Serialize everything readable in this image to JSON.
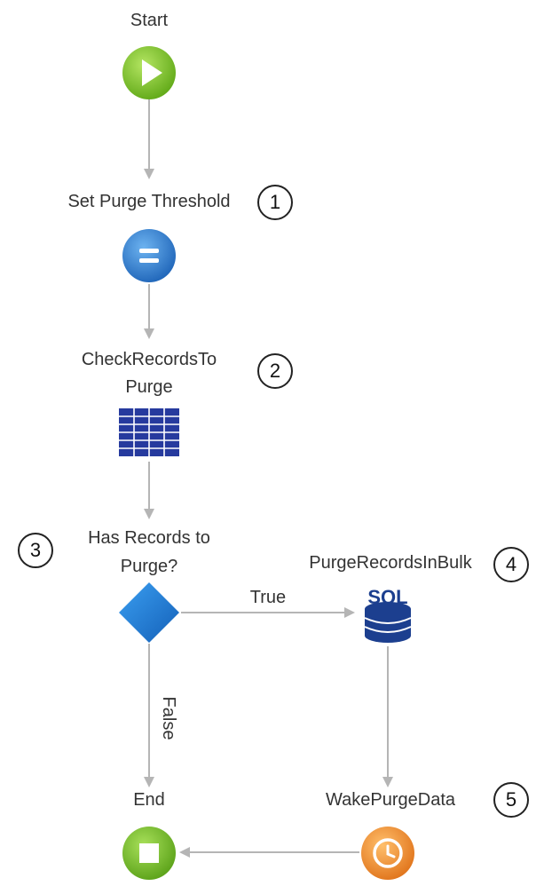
{
  "nodes": {
    "start": {
      "label": "Start"
    },
    "set_threshold": {
      "label": "Set Purge Threshold",
      "badge": "1"
    },
    "check_records": {
      "label_line1": "CheckRecordsTo",
      "label_line2": "Purge",
      "badge": "2"
    },
    "has_records": {
      "label_line1": "Has Records to",
      "label_line2": "Purge?",
      "badge": "3"
    },
    "purge_bulk": {
      "label": "PurgeRecordsInBulk",
      "badge": "4",
      "icon_text": "SQL"
    },
    "wake_purge": {
      "label": "WakePurgeData",
      "badge": "5"
    },
    "end": {
      "label": "End"
    }
  },
  "edges": {
    "true_label": "True",
    "false_label": "False"
  },
  "colors": {
    "start_green": "#7cc52b",
    "assign_blue": "#2d7bd0",
    "aggregate_navy": "#263a9e",
    "if_blue": "#1f7fd8",
    "sql_navy": "#1c3f8f",
    "timer_orange": "#f08a2c",
    "end_green": "#6fbf2a",
    "connector": "#b5b5b5"
  },
  "icons": {
    "start": "play-icon",
    "set_threshold": "assign-icon",
    "check_records": "aggregate-table-icon",
    "has_records": "if-diamond-icon",
    "purge_bulk": "sql-database-icon",
    "wake_purge": "timer-clock-icon",
    "end": "stop-icon"
  }
}
